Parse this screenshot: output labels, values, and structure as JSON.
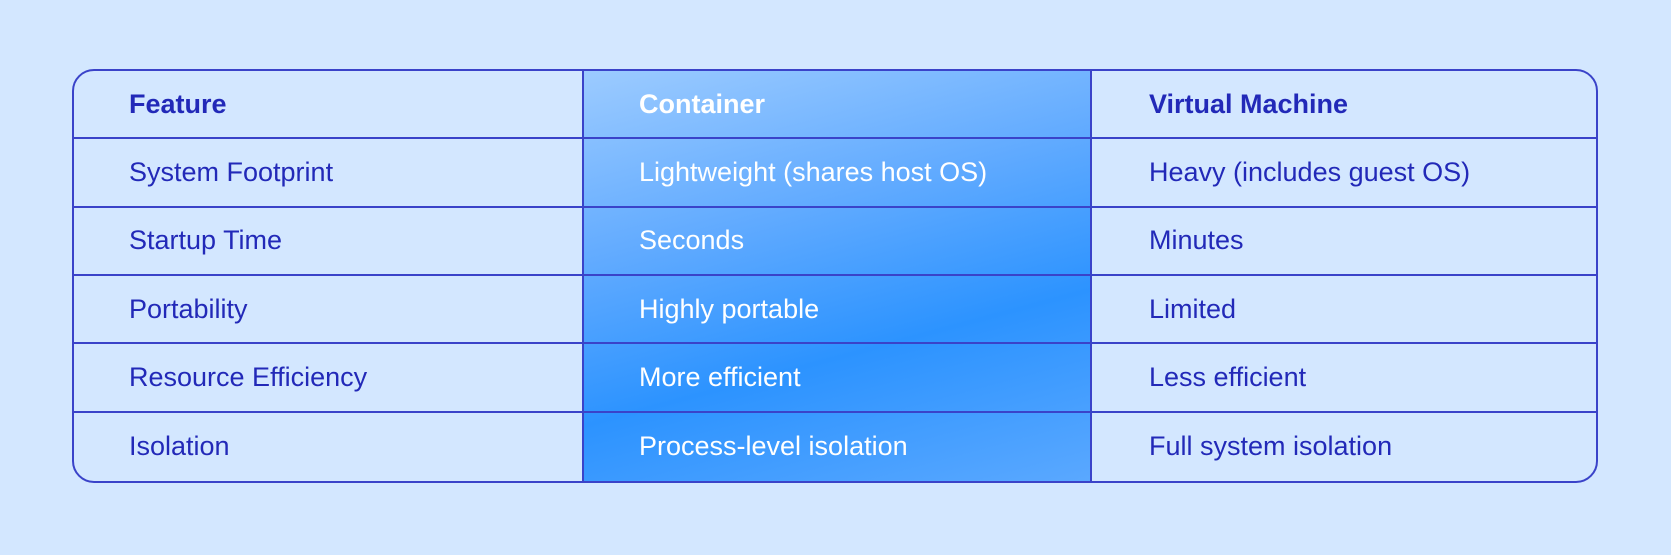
{
  "table": {
    "headers": [
      "Feature",
      "Container",
      "Virtual Machine"
    ],
    "rows": [
      [
        "System Footprint",
        "Lightweight (shares host OS)",
        "Heavy (includes guest OS)"
      ],
      [
        "Startup Time",
        "Seconds",
        "Minutes"
      ],
      [
        "Portability",
        "Highly portable",
        "Limited"
      ],
      [
        "Resource Efficiency",
        "More efficient",
        "Less efficient"
      ],
      [
        "Isolation",
        "Process-level isolation",
        "Full system isolation"
      ]
    ]
  },
  "colors": {
    "background": "#d3e7ff",
    "border": "#3a43c9",
    "text": "#2229b8",
    "highlight_text": "#ffffff",
    "highlight_gradient": [
      "#9ccbff",
      "#2c93ff"
    ]
  }
}
